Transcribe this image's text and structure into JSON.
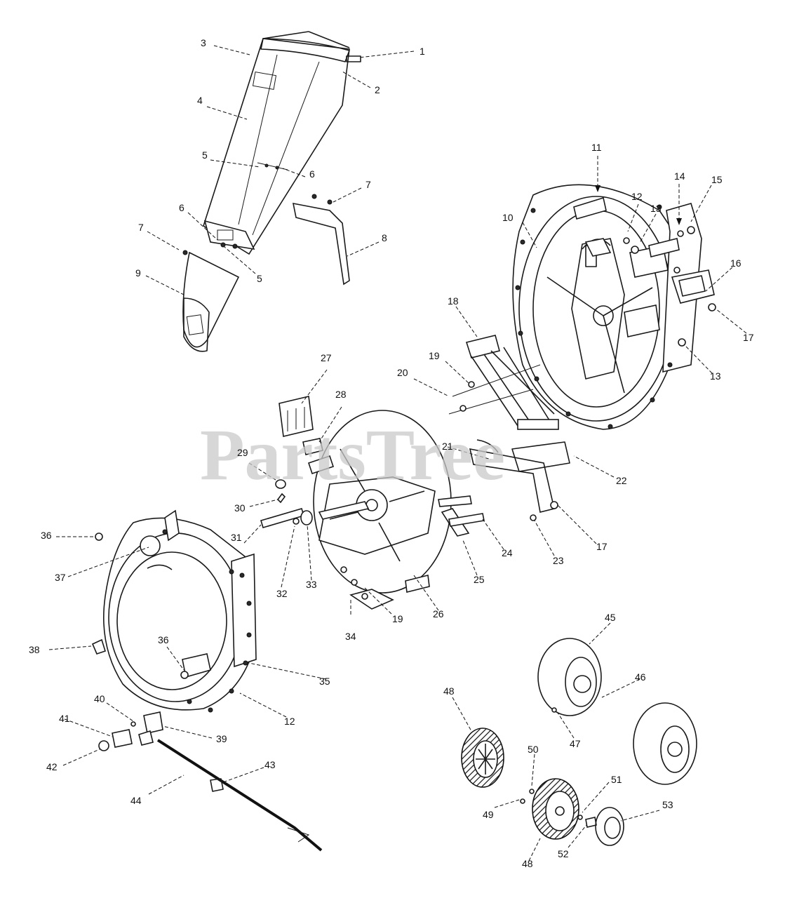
{
  "watermark": "PartsTree",
  "callouts": [
    {
      "id": "c1",
      "label": "1"
    },
    {
      "id": "c2",
      "label": "2"
    },
    {
      "id": "c3",
      "label": "3"
    },
    {
      "id": "c4",
      "label": "4"
    },
    {
      "id": "c5a",
      "label": "5"
    },
    {
      "id": "c5b",
      "label": "5"
    },
    {
      "id": "c6a",
      "label": "6"
    },
    {
      "id": "c6b",
      "label": "6"
    },
    {
      "id": "c7a",
      "label": "7"
    },
    {
      "id": "c7b",
      "label": "7"
    },
    {
      "id": "c8",
      "label": "8"
    },
    {
      "id": "c9",
      "label": "9"
    },
    {
      "id": "c10",
      "label": "10"
    },
    {
      "id": "c11",
      "label": "11"
    },
    {
      "id": "c12a",
      "label": "12"
    },
    {
      "id": "c12b",
      "label": "12"
    },
    {
      "id": "c13a",
      "label": "13"
    },
    {
      "id": "c13b",
      "label": "13"
    },
    {
      "id": "c14",
      "label": "14"
    },
    {
      "id": "c15",
      "label": "15"
    },
    {
      "id": "c16",
      "label": "16"
    },
    {
      "id": "c17a",
      "label": "17"
    },
    {
      "id": "c17b",
      "label": "17"
    },
    {
      "id": "c18",
      "label": "18"
    },
    {
      "id": "c19a",
      "label": "19"
    },
    {
      "id": "c19b",
      "label": "19"
    },
    {
      "id": "c20",
      "label": "20"
    },
    {
      "id": "c21",
      "label": "21"
    },
    {
      "id": "c22",
      "label": "22"
    },
    {
      "id": "c23",
      "label": "23"
    },
    {
      "id": "c24",
      "label": "24"
    },
    {
      "id": "c25",
      "label": "25"
    },
    {
      "id": "c26",
      "label": "26"
    },
    {
      "id": "c27",
      "label": "27"
    },
    {
      "id": "c28",
      "label": "28"
    },
    {
      "id": "c29",
      "label": "29"
    },
    {
      "id": "c30",
      "label": "30"
    },
    {
      "id": "c31",
      "label": "31"
    },
    {
      "id": "c32",
      "label": "32"
    },
    {
      "id": "c33",
      "label": "33"
    },
    {
      "id": "c34",
      "label": "34"
    },
    {
      "id": "c35",
      "label": "35"
    },
    {
      "id": "c36a",
      "label": "36"
    },
    {
      "id": "c36b",
      "label": "36"
    },
    {
      "id": "c37",
      "label": "37"
    },
    {
      "id": "c38",
      "label": "38"
    },
    {
      "id": "c39",
      "label": "39"
    },
    {
      "id": "c40",
      "label": "40"
    },
    {
      "id": "c41",
      "label": "41"
    },
    {
      "id": "c42",
      "label": "42"
    },
    {
      "id": "c43",
      "label": "43"
    },
    {
      "id": "c44",
      "label": "44"
    },
    {
      "id": "c45",
      "label": "45"
    },
    {
      "id": "c46",
      "label": "46"
    },
    {
      "id": "c47",
      "label": "47"
    },
    {
      "id": "c48a",
      "label": "48"
    },
    {
      "id": "c48b",
      "label": "48"
    },
    {
      "id": "c49",
      "label": "49"
    },
    {
      "id": "c50",
      "label": "50"
    },
    {
      "id": "c51",
      "label": "51"
    },
    {
      "id": "c52",
      "label": "52"
    },
    {
      "id": "c53",
      "label": "53"
    }
  ]
}
